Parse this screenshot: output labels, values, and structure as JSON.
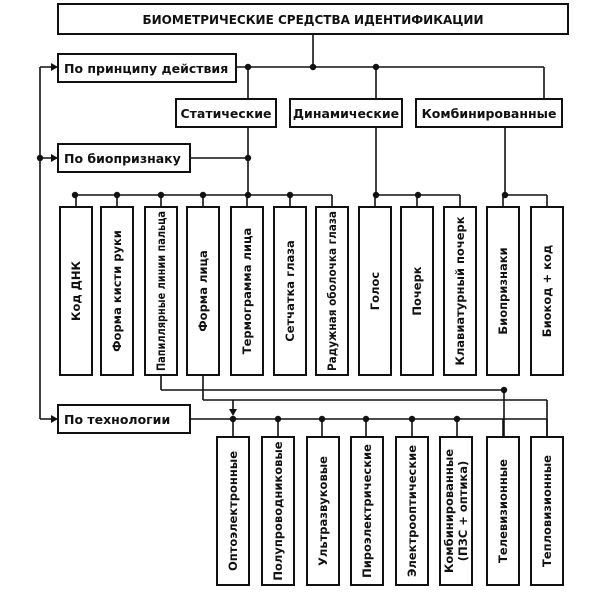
{
  "title": "БИОМЕТРИЧЕСКИЕ СРЕДСТВА ИДЕНТИФИКАЦИИ",
  "categories": {
    "principle": "По принципу действия",
    "feature": "По биопризнаку",
    "technology": "По технологии"
  },
  "principle_types": {
    "static": "Статические",
    "dynamic": "Динамические",
    "combined": "Комбинированные"
  },
  "features": [
    "Код ДНК",
    "Форма кисти руки",
    "Папиллярные линии пальца",
    "Форма лица",
    "Термограмма лица",
    "Сетчатка глаза",
    "Радужная оболочка глаза",
    "Голос",
    "Почерк",
    "Клавиатурный почерк",
    "Биопризнаки",
    "Биокод + код"
  ],
  "technologies": [
    "Оптоэлектронные",
    "Полупроводниковые",
    "Ультразвуковые",
    "Пироэлектрические",
    "Электрооптические",
    "Комбинированные (ПЗС + оптика)",
    "Телевизионные",
    "Тепловизионные"
  ]
}
